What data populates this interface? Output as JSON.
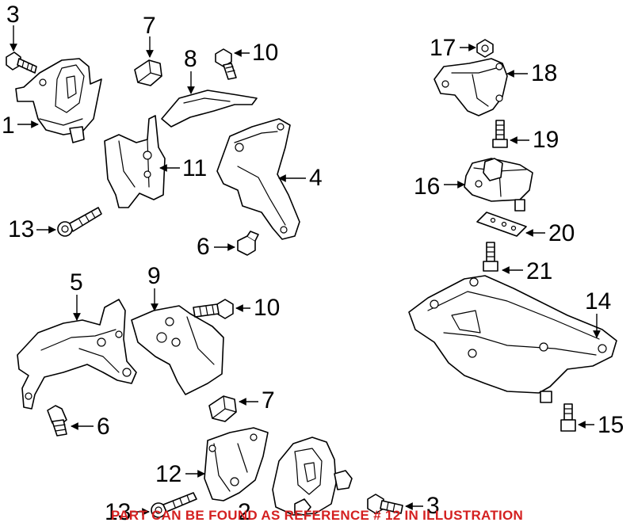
{
  "callouts": {
    "c1": "1",
    "c2": "2",
    "c3a": "3",
    "c3b": "3",
    "c4": "4",
    "c5": "5",
    "c6a": "6",
    "c6b": "6",
    "c7a": "7",
    "c7b": "7",
    "c8": "8",
    "c9": "9",
    "c10a": "10",
    "c10b": "10",
    "c11": "11",
    "c12": "12",
    "c13a": "13",
    "c13b": "13",
    "c14": "14",
    "c15": "15",
    "c16": "16",
    "c17": "17",
    "c18": "18",
    "c19": "19",
    "c20": "20",
    "c21": "21"
  },
  "caption": "PART CAN BE FOUND AS REFERENCE # 12 IN ILLUSTRATION",
  "colors": {
    "caption": "#d42020",
    "line": "#000000",
    "background": "#ffffff"
  }
}
